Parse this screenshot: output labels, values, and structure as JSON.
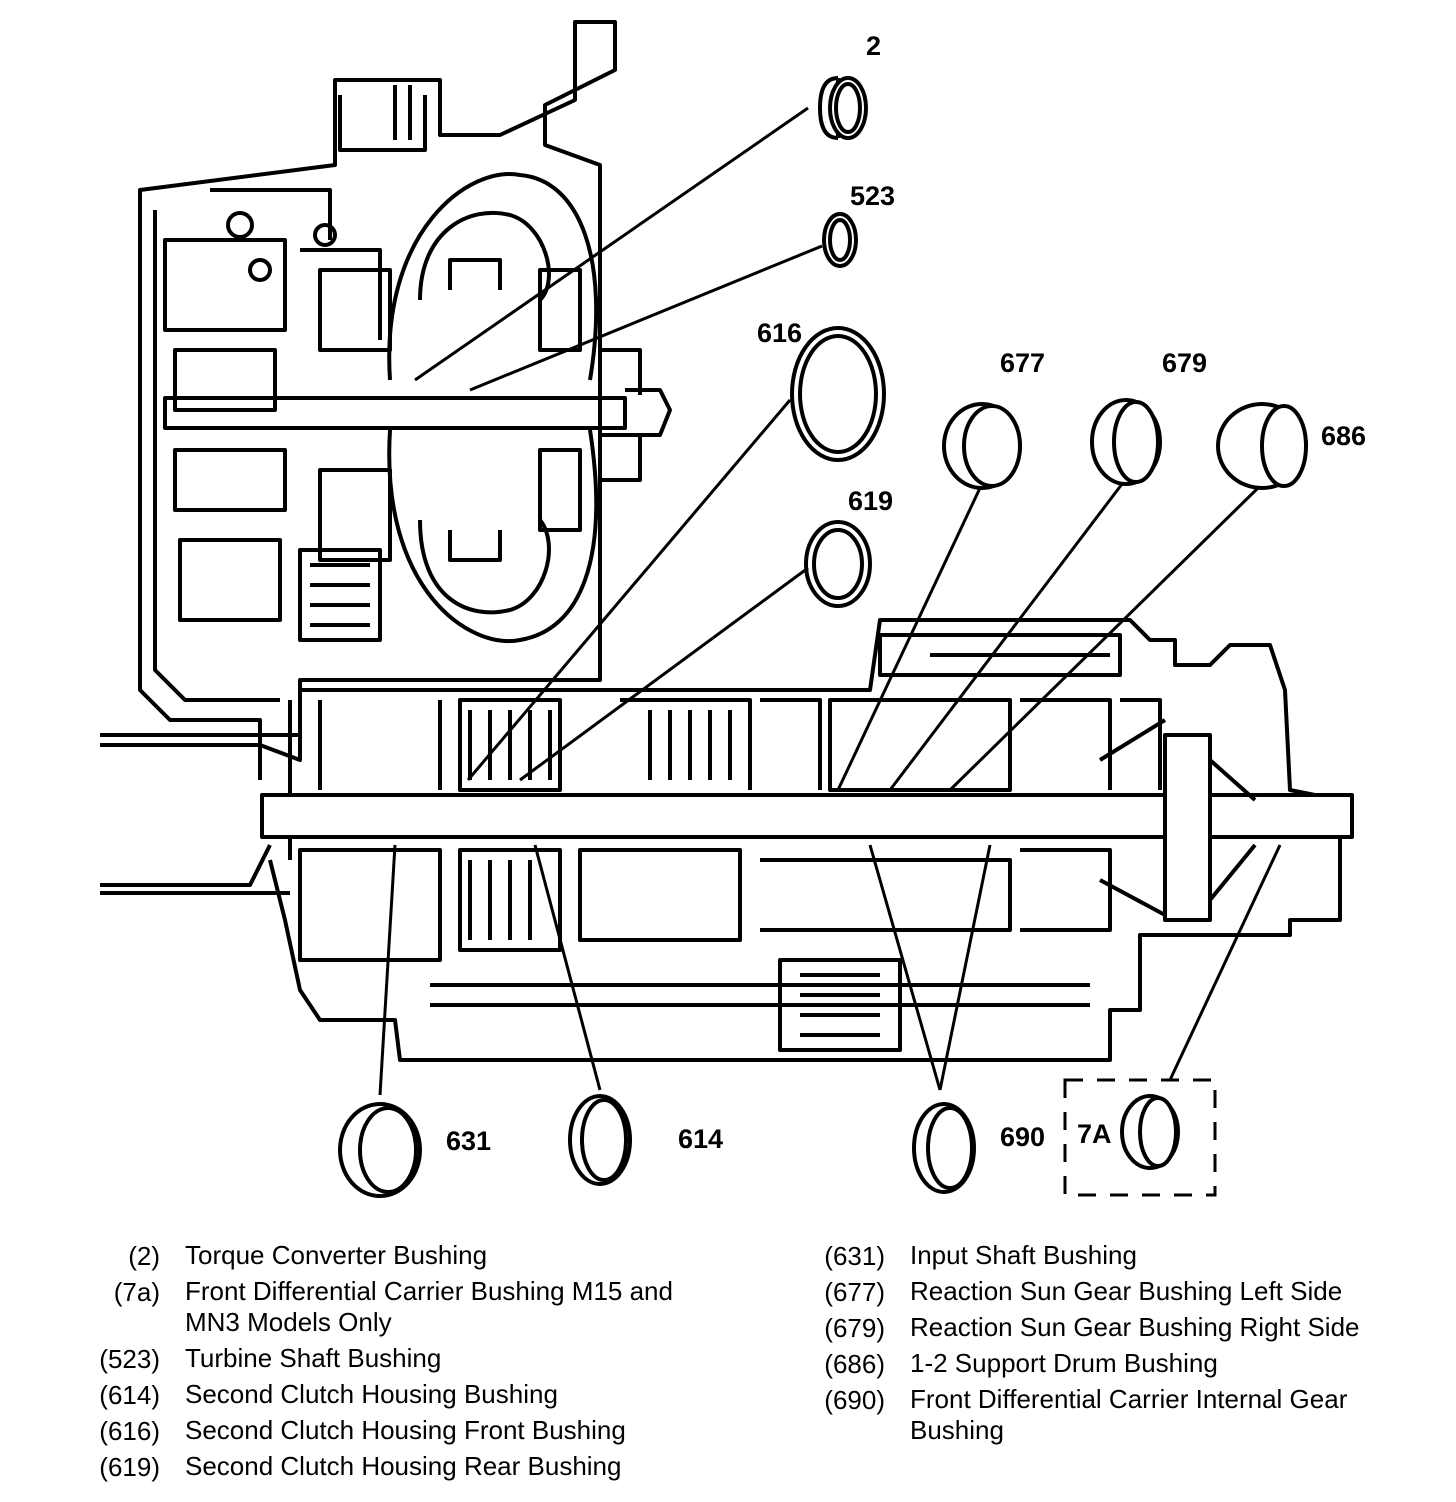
{
  "callouts": {
    "c2": "2",
    "c523": "523",
    "c616": "616",
    "c677": "677",
    "c679": "679",
    "c686": "686",
    "c619": "619",
    "c631": "631",
    "c614": "614",
    "c690": "690",
    "c7a": "7A"
  },
  "legend": {
    "left": [
      {
        "num": "(2)",
        "desc": "Torque Converter Bushing"
      },
      {
        "num": "(7a)",
        "desc": "Front Differential Carrier Bushing M15 and MN3 Models Only"
      },
      {
        "num": "(523)",
        "desc": "Turbine Shaft Bushing"
      },
      {
        "num": "(614)",
        "desc": "Second Clutch Housing Bushing"
      },
      {
        "num": "(616)",
        "desc": "Second Clutch Housing Front Bushing"
      },
      {
        "num": "(619)",
        "desc": "Second Clutch Housing Rear Bushing"
      }
    ],
    "right": [
      {
        "num": "(631)",
        "desc": "Input Shaft Bushing"
      },
      {
        "num": "(677)",
        "desc": "Reaction Sun Gear Bushing Left Side"
      },
      {
        "num": "(679)",
        "desc": "Reaction Sun Gear Bushing Right Side"
      },
      {
        "num": "(686)",
        "desc": "1-2 Support Drum Bushing"
      },
      {
        "num": "(690)",
        "desc": "Front Differential Carrier Internal Gear Bushing"
      }
    ]
  }
}
